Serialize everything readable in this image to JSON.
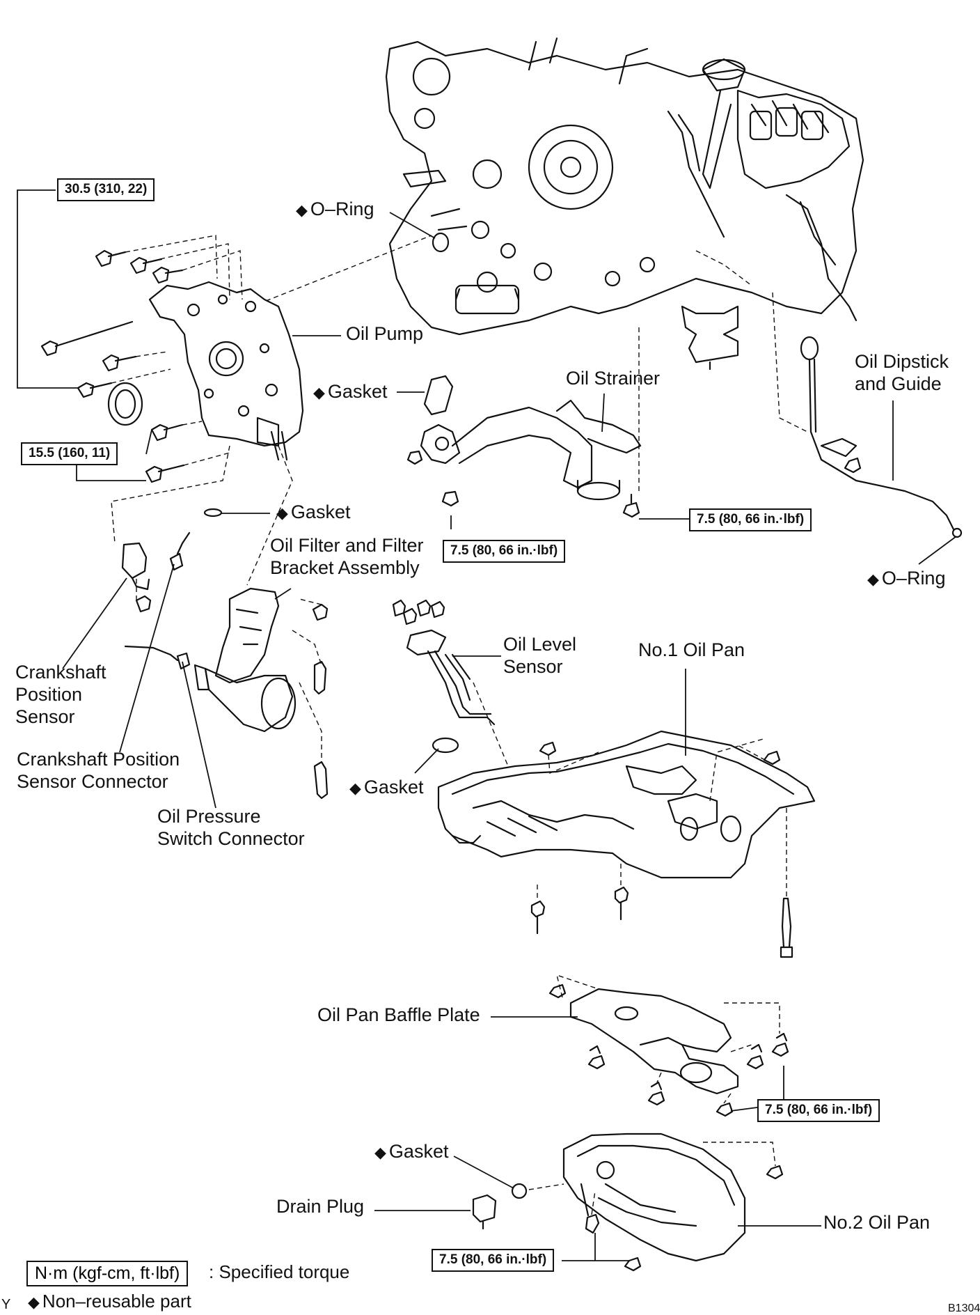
{
  "labels": {
    "o_ring_top": "O–Ring",
    "oil_pump": "Oil Pump",
    "gasket_pump": "Gasket",
    "oil_strainer": "Oil Strainer",
    "oil_dipstick_line1": "Oil Dipstick",
    "oil_dipstick_line2": "and Guide",
    "gasket_filter": "Gasket",
    "oil_filter_line1": "Oil Filter and Filter",
    "oil_filter_line2": "Bracket Assembly",
    "o_ring_dipstick": "O–Ring",
    "crank_sensor_line1": "Crankshaft",
    "crank_sensor_line2": "Position",
    "crank_sensor_line3": "Sensor",
    "oil_level_line1": "Oil Level",
    "oil_level_line2": "Sensor",
    "no1_oil_pan": "No.1 Oil Pan",
    "crank_conn_line1": "Crankshaft Position",
    "crank_conn_line2": "Sensor Connector",
    "gasket_level": "Gasket",
    "oil_press_line1": "Oil Pressure",
    "oil_press_line2": "Switch Connector",
    "baffle_plate": "Oil Pan Baffle Plate",
    "gasket_drain": "Gasket",
    "drain_plug": "Drain Plug",
    "no2_oil_pan": "No.2 Oil Pan"
  },
  "torques": {
    "pump_upper": "30.5 (310, 22)",
    "pump_lower": "15.5 (160, 11)",
    "strainer": "7.5 (80, 66 in.·lbf)",
    "strainer_bracket": "7.5 (80, 66 in.·lbf)",
    "baffle": "7.5 (80, 66 in.·lbf)",
    "no2_pan": "7.5 (80, 66 in.·lbf)"
  },
  "legend": {
    "torque_box": "N·m (kgf-cm, ft·lbf)",
    "torque_text": ": Specified torque",
    "nonreusable": "Non–reusable part"
  },
  "symbols": {
    "nonreusable_mark": "◆"
  },
  "corner_left": "Y",
  "corner_right": "B1304"
}
